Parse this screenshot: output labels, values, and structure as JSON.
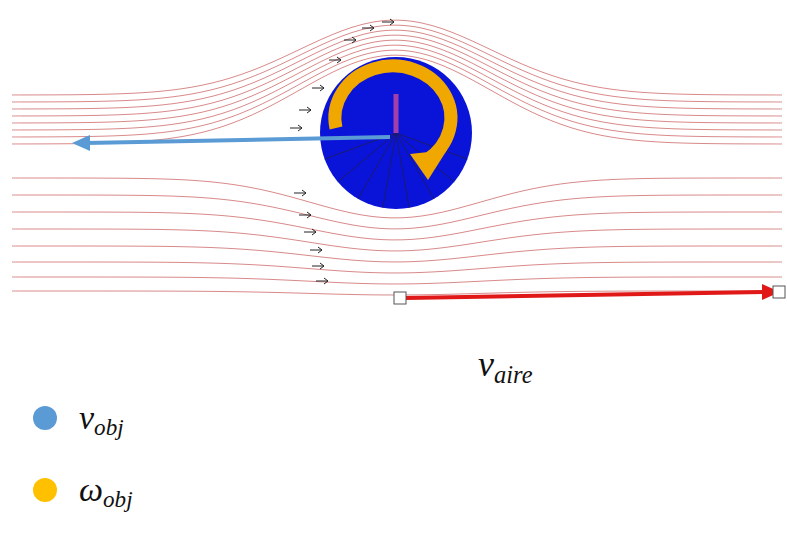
{
  "diagram": {
    "labels": [
      "vaire"
    ],
    "legend": [
      {
        "text": "vobj",
        "color": "#5b9bd5"
      },
      {
        "text": "ωobj",
        "color": "#ffc000"
      }
    ]
  }
}
